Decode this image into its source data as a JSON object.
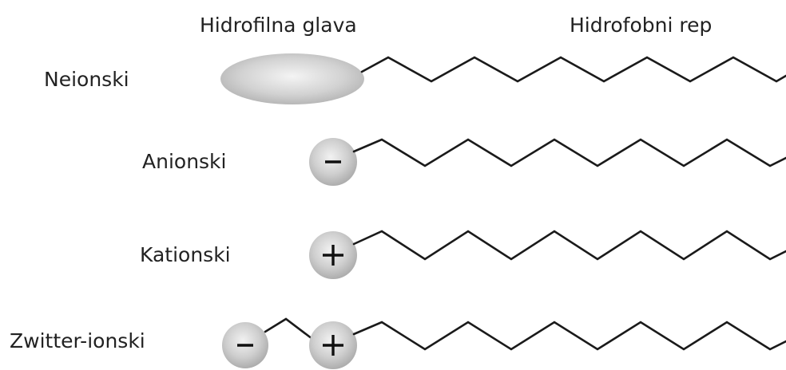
{
  "header": {
    "head_label": "Hidrofilna glava",
    "tail_label": "Hidrofobni rep"
  },
  "rows": [
    {
      "label": "Neionski",
      "heads": []
    },
    {
      "label": "Anionski",
      "heads": [
        "minus"
      ]
    },
    {
      "label": "Kationski",
      "heads": [
        "plus"
      ]
    },
    {
      "label": "Zwitter-ionski",
      "heads": [
        "minus",
        "plus"
      ]
    }
  ],
  "colors": {
    "head_fill_light": "#f2f2f2",
    "head_fill_dark": "#a6a6a6",
    "chain": "#1a1a1a",
    "text": "#222222"
  }
}
